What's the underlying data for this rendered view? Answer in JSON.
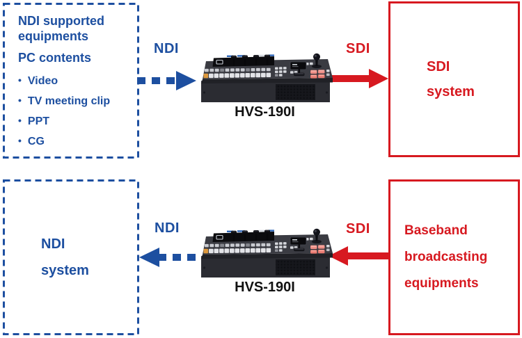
{
  "colors": {
    "blue": "#1d4fa0",
    "red": "#d71920",
    "caption_text": "#111111"
  },
  "top_flow": {
    "source_box": {
      "heading": "NDI supported equipments",
      "subheading": "PC contents",
      "bullets": [
        "Video",
        "TV meeting clip",
        "PPT",
        "CG"
      ]
    },
    "input_signal_label": "NDI",
    "device_caption": "HVS-190I",
    "output_signal_label": "SDI",
    "dest_box": {
      "line1": "SDI",
      "line2": "system"
    }
  },
  "bottom_flow": {
    "dest_box": {
      "line1": "NDI",
      "line2": "system"
    },
    "output_signal_label": "NDI",
    "device_caption": "HVS-190I",
    "input_signal_label": "SDI",
    "source_box": {
      "line1": "Baseband",
      "line2": "broadcasting",
      "line3": "equipments"
    }
  }
}
